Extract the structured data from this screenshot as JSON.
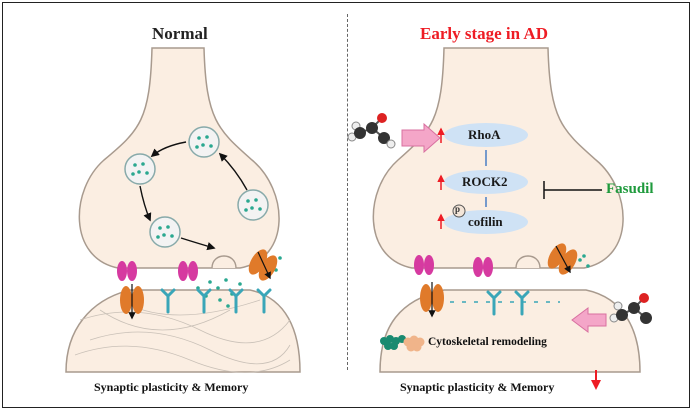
{
  "left_panel": {
    "title": "Normal",
    "footer": "Synaptic plasticity & Memory"
  },
  "right_panel": {
    "title": "Early stage in AD",
    "footer": "Synaptic plasticity & Memory",
    "pathway": {
      "nodes": [
        "RhoA",
        "ROCK2",
        "cofilin"
      ],
      "phospho_label": "p",
      "inhibitor": "Fasudil",
      "remodeling_label": "Cytoskeletal remodeling"
    }
  },
  "colors": {
    "neuron_fill": "#fbeee2",
    "neuron_stroke": "#a89a8e",
    "vesicle_dot": "#2aa890",
    "receptor_pink": "#d63aa0",
    "channel_orange": "#e07a2a",
    "receptor_teal": "#3aa6b8",
    "pathway_pill": "#cfe2f5",
    "arrow_pink": "#f4a6c8",
    "drug_green": "#1e9a3c",
    "title_red": "#ee1c24"
  }
}
